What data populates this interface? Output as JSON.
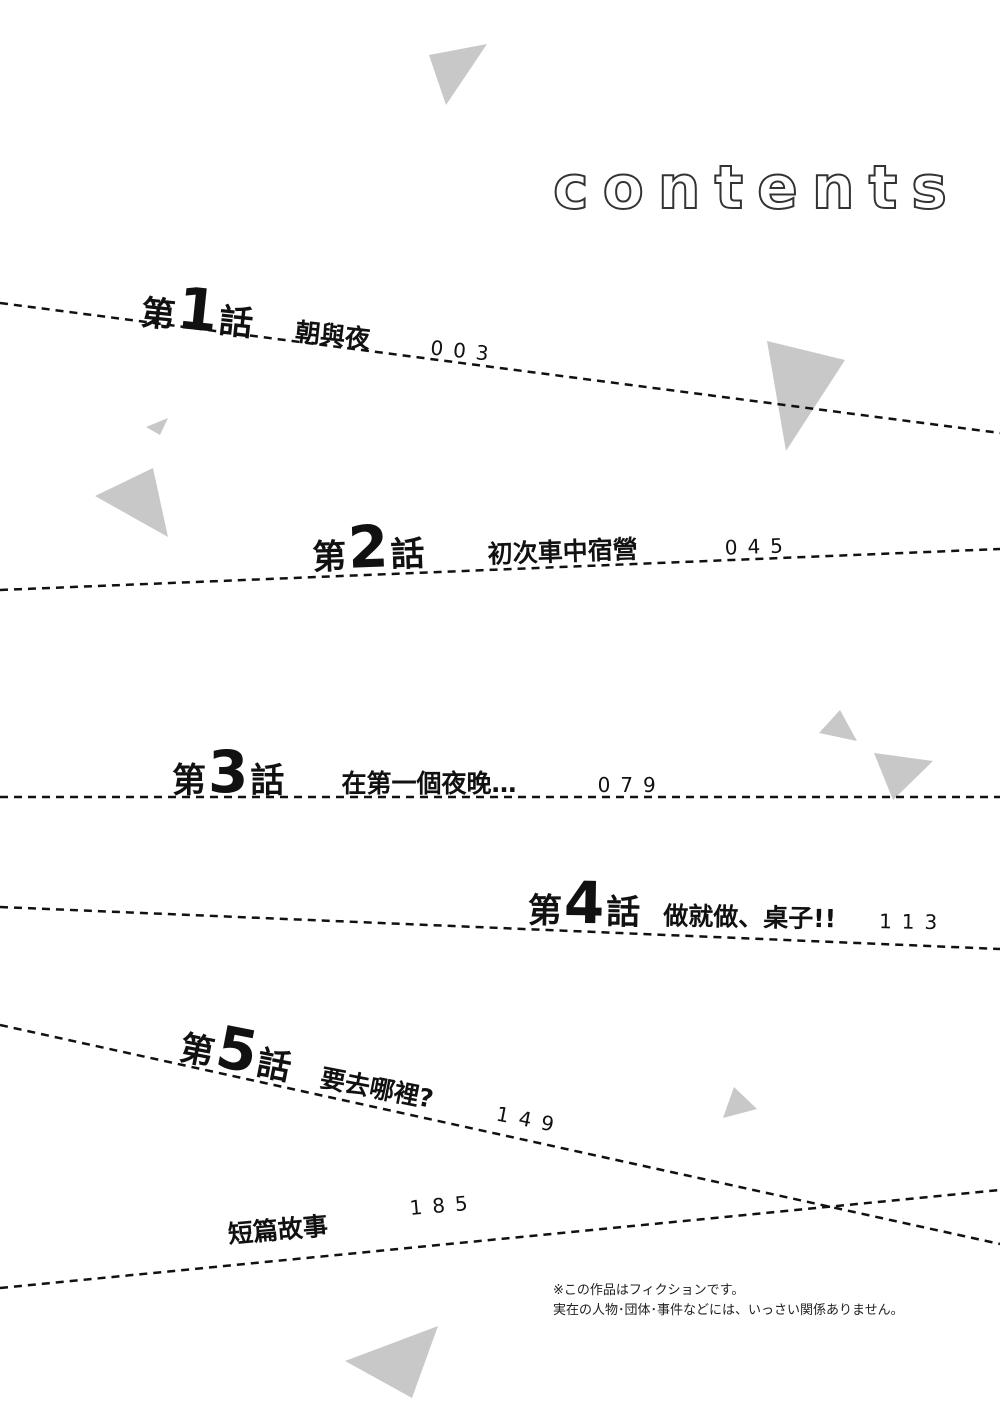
{
  "heading": "contents",
  "chapters": [
    {
      "prefix": "第",
      "number": "1",
      "suffix": "話",
      "title": "朝與夜",
      "page": "003"
    },
    {
      "prefix": "第",
      "number": "2",
      "suffix": "話",
      "title": "初次車中宿營",
      "page": "045"
    },
    {
      "prefix": "第",
      "number": "3",
      "suffix": "話",
      "title": "在第一個夜晚…",
      "page": "079"
    },
    {
      "prefix": "第",
      "number": "4",
      "suffix": "話",
      "title": "做就做、桌子!!",
      "page": "113"
    },
    {
      "prefix": "第",
      "number": "5",
      "suffix": "話",
      "title": "要去哪裡?",
      "page": "149"
    }
  ],
  "extra": {
    "title": "短篇故事",
    "page": "185"
  },
  "disclaimer": {
    "line1": "※この作品はフィクションです。",
    "line2": "実在の人物･団体･事件などには、いっさい関係ありません。"
  },
  "colors": {
    "triangle": "#c8c8c8",
    "dash": "#111111"
  }
}
